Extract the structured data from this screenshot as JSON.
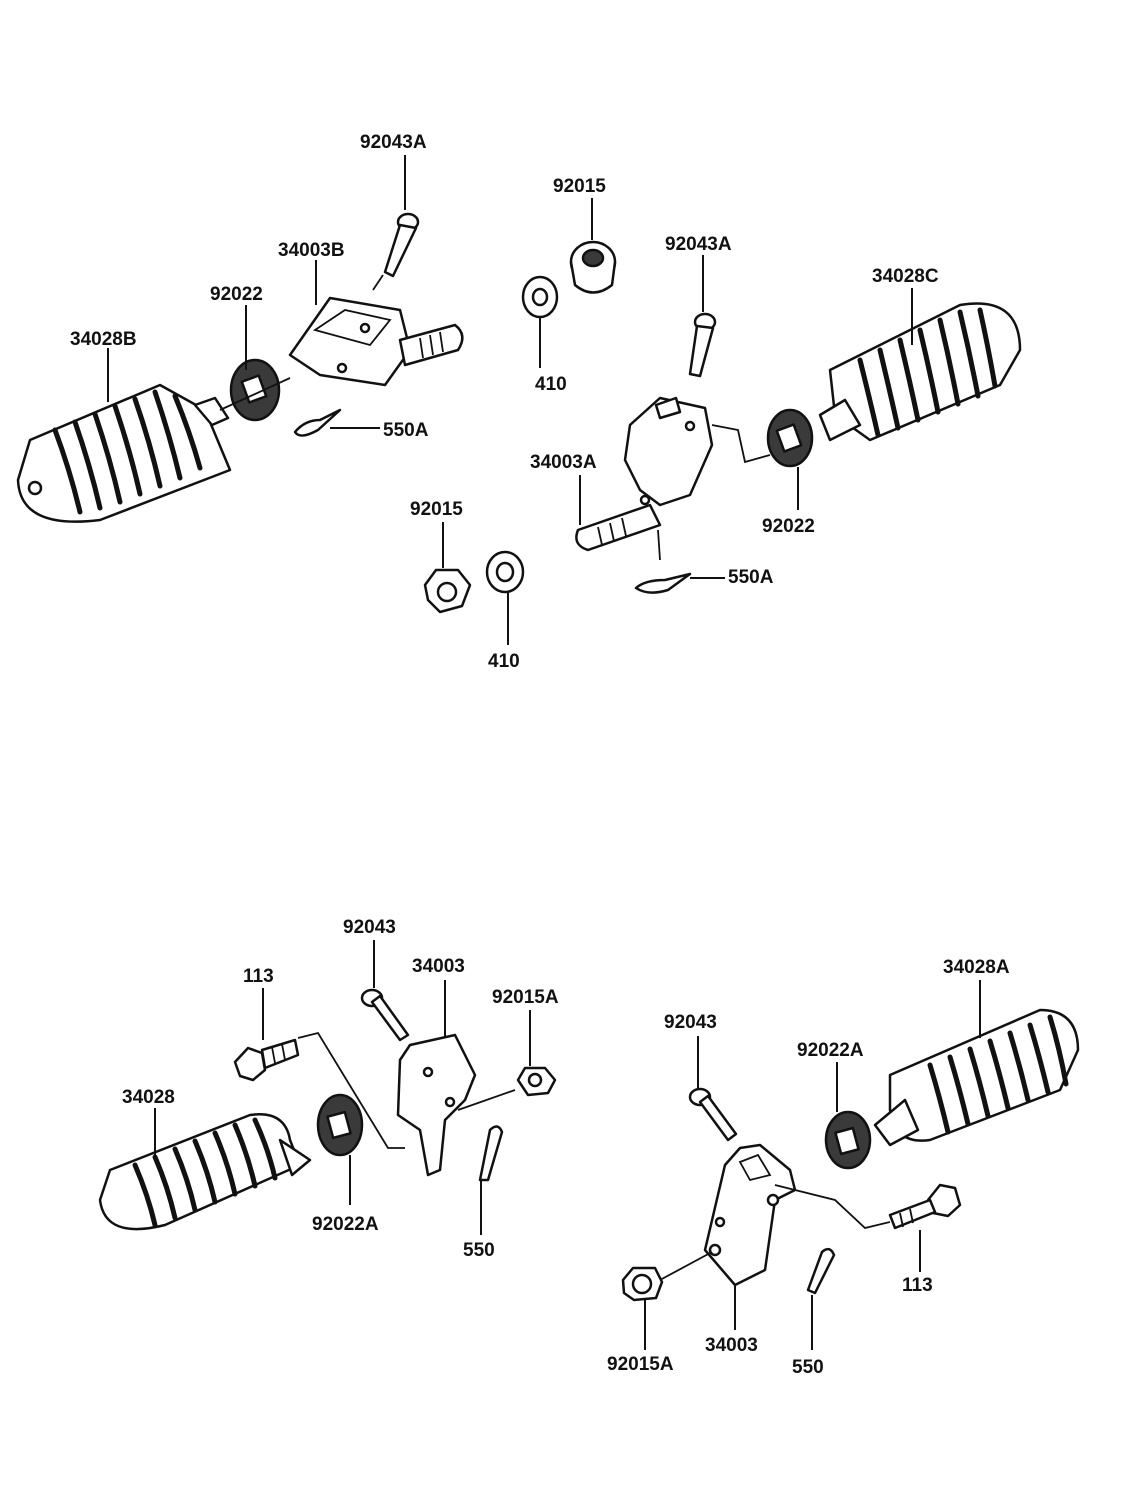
{
  "labels": {
    "top_left_peg": "34028B",
    "top_left_washer": "92022",
    "top_left_bracket": "34003B",
    "top_left_pin": "92043A",
    "top_left_cotter": "550A",
    "top_mid_nut": "92015",
    "top_mid_washer": "410",
    "top_right_pin": "92043A",
    "top_right_peg": "34028C",
    "top_right_bracket": "34003A",
    "top_right_washer": "92022",
    "top_right_cotter": "550A",
    "bottom_nut_top": "92015",
    "bottom_washer_top": "410",
    "bl_bolt": "113",
    "bl_pin": "92043",
    "bl_bracket": "34003",
    "bl_nut": "92015A",
    "bl_peg": "34028",
    "bl_washer": "92022A",
    "bl_cotter": "550",
    "br_pin": "92043",
    "br_washer": "92022A",
    "br_peg": "34028A",
    "br_bolt": "113",
    "br_nut": "92015A",
    "br_bracket": "34003",
    "br_cotter": "550"
  }
}
